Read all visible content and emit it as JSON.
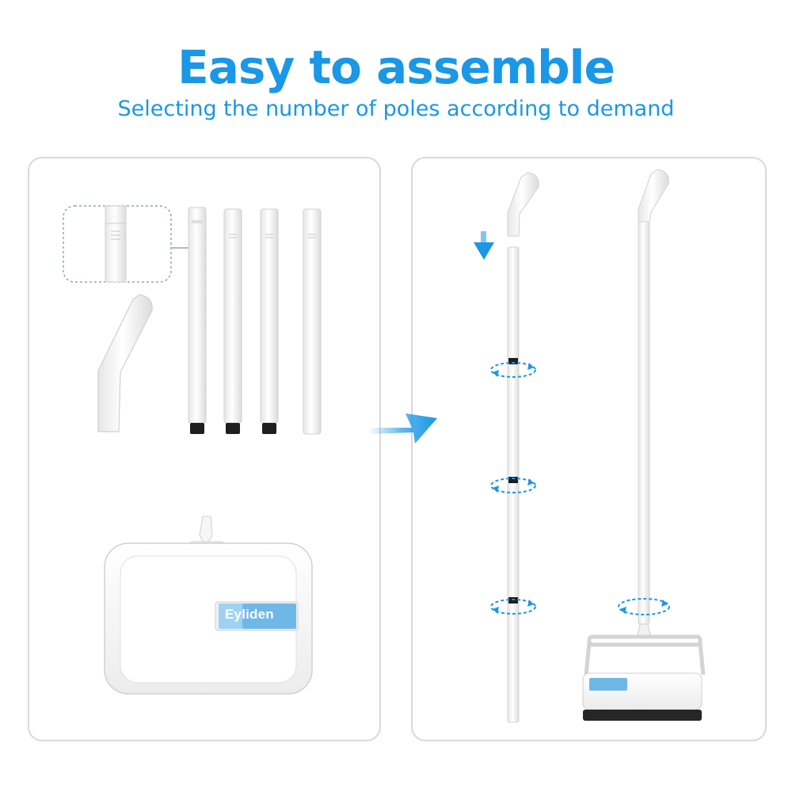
{
  "header": {
    "title": "Easy to assemble",
    "subtitle": "Selecting the number of poles according to demand"
  },
  "product": {
    "brand": "Eyliden"
  },
  "colors": {
    "accent": "#1a97e6",
    "panel_border": "#d9d9d9",
    "pole": "#ffffff",
    "pole_outline": "#d2d2d2",
    "connector": "#1e1e1e"
  },
  "icons": {
    "assembly_arrow": "arrow-right-icon",
    "insert_arrow": "arrow-down-icon",
    "rotate": "rotate-icon"
  }
}
